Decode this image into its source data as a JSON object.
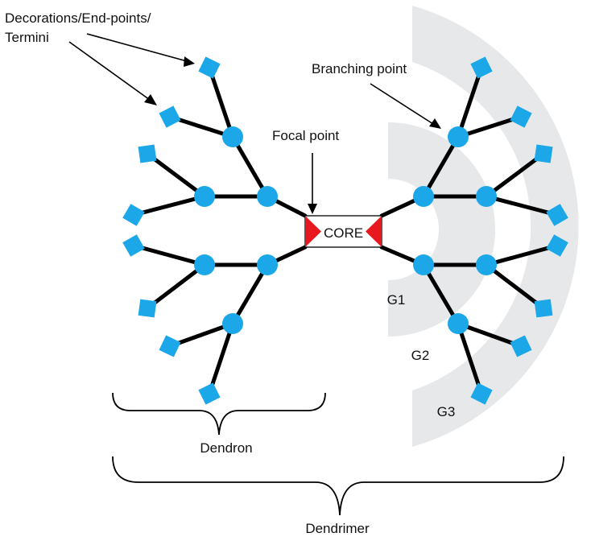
{
  "labels": {
    "decorations": [
      "Decorations/End-points/",
      "Termini"
    ],
    "branching_point": "Branching point",
    "focal_point": "Focal point",
    "core": "CORE",
    "dendron": "Dendron",
    "dendrimer": "Dendrimer",
    "generations": [
      "G1",
      "G2",
      "G3"
    ]
  },
  "colors": {
    "node": "#1ca7e8",
    "core_wedge": "#e8181f",
    "line": "#000000",
    "generation_band": "#e6e8ea",
    "text": "#111111"
  },
  "icons": {
    "branching_node": "filled-circle",
    "terminal_node": "filled-diamond",
    "focal_point": "red-triangle"
  }
}
